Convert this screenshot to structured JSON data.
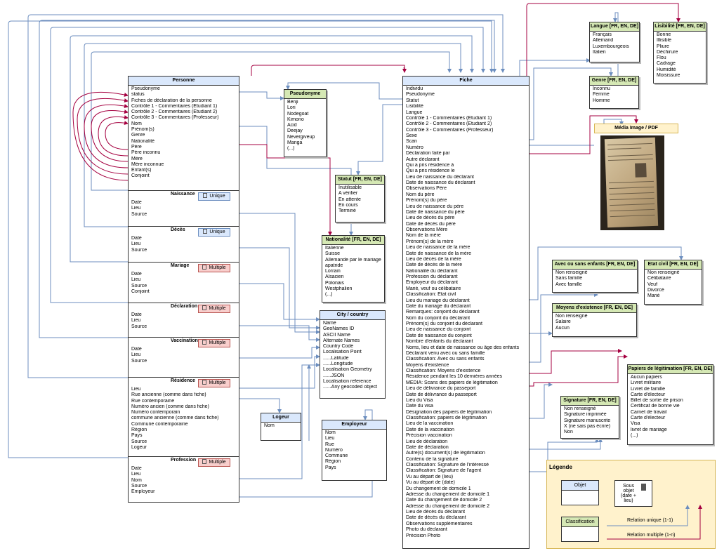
{
  "colors": {
    "blue_line": "#6c8ebf",
    "red_line": "#a50040",
    "blue_header": "#dae8fc",
    "green_header": "#d5e8b4",
    "legend_fill": "#fff2cc"
  },
  "personne": {
    "title": "Personne",
    "fields": [
      "Pseudonyme",
      "status",
      "Fiches de déclaration de la personne",
      "Contrôle 1 - Commentaires (Etudiant 1)",
      "Contrôle 2 - Commentaires (Etudiant 2)",
      "Contrôle 3 - Commentaires (Professeur)",
      "Nom",
      "Prénom(s)",
      "Genre",
      "Nationalité",
      "Père",
      "Père inconnu",
      "Mère",
      "Mère inconnue",
      "Enfant(s)",
      "Conjoint"
    ],
    "sections": [
      {
        "title": "Naissance",
        "badge": "Unique",
        "fields": [
          "Date",
          "Lieu",
          "Source"
        ]
      },
      {
        "title": "Décès",
        "badge": "Unique",
        "fields": [
          "Date",
          "Lieu",
          "Source"
        ]
      },
      {
        "title": "Mariage",
        "badge": "Multiple",
        "fields": [
          "Date",
          "Lieu",
          "Source",
          "Conjoint"
        ]
      },
      {
        "title": "Déclaration",
        "badge": "Multiple",
        "fields": [
          "Date",
          "Lieu",
          "Source"
        ]
      },
      {
        "title": "Vaccination",
        "badge": "Multiple",
        "fields": [
          "Date",
          "Lieu",
          "Source"
        ]
      },
      {
        "title": "Résidence",
        "badge": "Multiple",
        "fields": [
          "Lieu",
          "Rue ancienne (comme dans fiche)",
          "Rue contemporaine",
          "Numéro ancien (comme dans fiche)",
          "Numéro contemporain",
          "commune ancienne (comme dans fiche)",
          "Commune contemporaine",
          "Région",
          "Pays",
          "Source",
          "Logeur"
        ]
      },
      {
        "title": "Profession",
        "badge": "Multiple",
        "fields": [
          "Date",
          "Lieu",
          "Nom",
          "Source",
          "Employeur"
        ]
      }
    ]
  },
  "pseudonyme": {
    "title": "Pseudonyme",
    "items": [
      "Benji",
      "Lori",
      "Nodegoat",
      "Kimono",
      "Acid",
      "Deejay",
      "Nevergiveup",
      "Manga",
      "(...)"
    ]
  },
  "statut": {
    "title": "Statut [FR, EN, DE]",
    "items": [
      "Inutilisable",
      "A vérifier",
      "En attente",
      "En cours",
      "Terminé"
    ]
  },
  "nationalite": {
    "title": "Nationalité [FR, EN, DE]",
    "items": [
      "Italienne",
      "Suisse",
      "Allemande par le mariage",
      "apatride",
      "Lorrain",
      "Alsacien",
      "Polonais",
      "Westphalien",
      "(...)"
    ]
  },
  "city": {
    "title": "City / country",
    "items": [
      "Name",
      "GeoNames ID",
      "ASCII Name",
      "Alternate Names",
      "Country Code",
      "Localisation Point",
      "......Latitude",
      "......Longitude",
      "Localisation Geometry",
      "......JSON",
      "Localisation reference",
      "......Any geocoded object"
    ]
  },
  "logeur": {
    "title": "Logeur",
    "items": [
      "Nom"
    ]
  },
  "employeur": {
    "title": "Employeur",
    "items": [
      "Nom",
      "Lieu",
      "Rue",
      "Numéro",
      "Commune",
      "Région",
      "Pays"
    ]
  },
  "fiche": {
    "title": "Fiche",
    "fields": [
      "Individu",
      "Pseudonyme",
      "Statut",
      "Lisibilité",
      "Langue",
      "Contrôle 1 - Commentaires (Etudiant 1)",
      "Contrôle 2 - Commentaires (Etudiant 2)",
      "Contrôle 3 - Commentaires (Professeur)",
      "Sexe",
      "Scan",
      "Numéro",
      "Déclaration faite par",
      "Autre déclarant",
      "Qui a pris résidence à",
      "Qui a pris résidence le",
      "Lieu de naissance du déclarant",
      "Date de naissance du déclarant",
      "Observations Père",
      "Nom du père",
      "Prénom(s) du père",
      "Lieu de naissance du père",
      "Date de naissance du père",
      "Lieu de décès du père",
      "Date de décès du père",
      "Observations Mère",
      "Nom de la mère",
      "Prénom(s) de la mère",
      "Lieu de naissance de la mère",
      "Date de naissance de la mère",
      "Lieu de décès de la mère",
      "Date de décès de la mère",
      "Nationalité du déclarant",
      "Profession du déclarant",
      "Employeur du déclarant",
      "Marié, veuf ou célibataire",
      "Classification: Etat civil",
      "Lieu du mariage du déclarant",
      "Date du mariage du déclarant",
      "Remarques: conjoint du déclarant",
      "Nom du conjoint du déclarant",
      "Prénom(s) du conjoint du déclarant",
      "Lieu de naissance du conjoint",
      "Date de naissance du conjoint",
      "Nombre d'enfants du déclarant",
      "Noms, lieu et date de naissance ou âge des enfants",
      "Déclarant venu avec ou sans famille",
      "Classification: Avec ou sans enfants",
      "Moyens d'existence",
      "Classification: Moyens d'existence",
      "Résidence pendant les 10 dernières années",
      "MEDIA: Scans des papiers de légitimation",
      "Lieu de délivrance du passeport",
      "Date de délivrance du passeport",
      "Lieu du Visa",
      "Date du visa",
      "Désignation des papiers de légitimation",
      "Classification: papiers de légitimation",
      "Lieu de la vaccination",
      "Date de la vaccination",
      "Précision vaccination",
      "Lieu de déclaration",
      "Date de déclaration",
      "Autre(s) document(s) de légitimation",
      "Contenu de la signature",
      "Classification: Signature de l'intéressé",
      "Classification: Signature de l'agent",
      "Vu au départ de (lieu)",
      "Vu au départ de (date)",
      "Du changement de domicile 1",
      "Adresse du changement de domicile 1",
      "Date du changement de domicile 2",
      "Adresse du changement de domicile 2",
      "Lieu de décès du déclarant",
      "Date de décès du déclarant",
      "Observations supplémentaires",
      "Photo du déclarant",
      "Précision Photo"
    ]
  },
  "langue": {
    "title": "Langue [FR, EN, DE]",
    "items": [
      "Français",
      "Allemand",
      "Luxembourgeois",
      "Italien"
    ]
  },
  "lisibilite": {
    "title": "Lisibilité [FR, EN, DE]",
    "items": [
      "Bonne",
      "Illisible",
      "Pliure",
      "Déchirure",
      "Flou",
      "Cadrage",
      "Humidité",
      "Moisissure"
    ]
  },
  "genre": {
    "title": "Genre [FR, EN, DE]",
    "items": [
      "Inconnu",
      "Femme",
      "Homme"
    ]
  },
  "media": {
    "title": "Média Image / PDF"
  },
  "enfants": {
    "title": "Avec ou sans enfants [FR, EN, DE]",
    "items": [
      "Non renseigné",
      "Sans famille",
      "Avec famille"
    ]
  },
  "etatcivil": {
    "title": "Etat civil [FR, EN, DE]",
    "items": [
      "Non renseigné",
      "Célibataire",
      "Veuf",
      "Divorcé",
      "Marié"
    ]
  },
  "moyens": {
    "title": "Moyens d'existence [FR, EN, DE]",
    "items": [
      "Non renseigné",
      "Salaire",
      "Aucun"
    ]
  },
  "papiers": {
    "title": "Papiers de légitimation [FR, EN, DE]",
    "items": [
      "Aucun papiers",
      "Livret militaire",
      "Livret de famille",
      "Carte d'électeur",
      "Billet de sortie de prison",
      "Certificat de bonne vie",
      "Carnet de travail",
      "Carte d'électeur",
      "Visa",
      "livret de mariage",
      "(...)"
    ]
  },
  "signature": {
    "title": "Signature [FR, EN, DE]",
    "items": [
      "Non renseigné",
      "Signature imprimée",
      "Signature manuscrite",
      "X (ne sais pas écrire)",
      "Non"
    ]
  },
  "legend": {
    "title": "Légende",
    "objet": "Objet",
    "sous_objet": "Sous objet (date + lieu)",
    "classification": "Classification",
    "relation_unique": "Relation unique (1-1)",
    "relation_multiple": "Relation multiple (1-n)"
  }
}
